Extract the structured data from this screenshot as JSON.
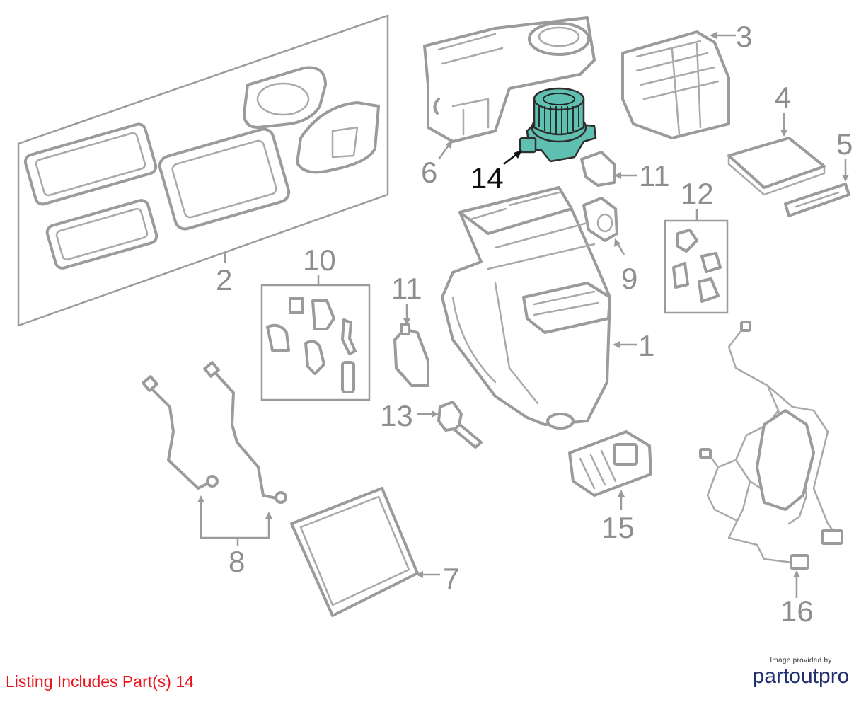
{
  "diagram": {
    "callouts": [
      "1",
      "2",
      "3",
      "4",
      "5",
      "6",
      "7",
      "8",
      "9",
      "10",
      "11",
      "11",
      "12",
      "13",
      "14",
      "15",
      "16"
    ],
    "highlighted_part": "14",
    "colors": {
      "highlight": "#5fbfb0",
      "outline": "#9b9b9b",
      "callout": "#8e8e8e",
      "listing": "#e8141e",
      "brand": "#1e2e6e"
    }
  },
  "footer": {
    "listing_text": "Listing Includes Part(s) 14",
    "image_credit": "Image provided by",
    "brand_name": "partoutpro"
  }
}
